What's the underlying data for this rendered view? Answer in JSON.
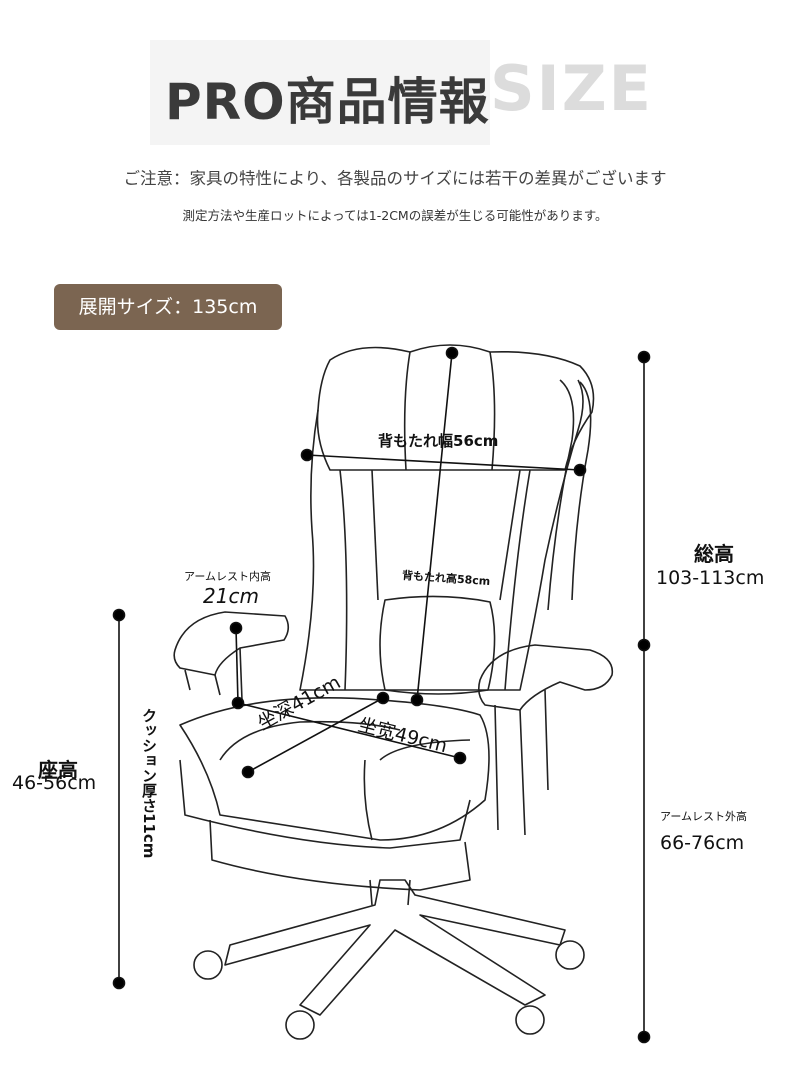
{
  "header": {
    "title": "PRO商品情報",
    "watermark": "SIZE",
    "notice_line1": "ご注意：家具の特性により、各製品のサイズには若干の差異がございます",
    "notice_line2": "測定方法や生産ロットによっては1-2CMの誤差が生じる可能性があります。"
  },
  "badge": {
    "text": "展開サイズ：135cm",
    "color": "#7b6551"
  },
  "dimensions": {
    "backrest_width": "背もたれ幅56cm",
    "backrest_height": "背もたれ高58cm",
    "armrest_inner_label": "アームレスト内高",
    "armrest_inner_value": "21cm",
    "total_height_label": "総高",
    "total_height_value": "103-113cm",
    "seat_height_label": "座高",
    "seat_height_value": "46-56cm",
    "cushion_thickness": "クッション厚さ11cm",
    "seat_depth": "坐深41cm",
    "seat_width": "坐宽49cm",
    "armrest_outer_label": "アームレスト外高",
    "armrest_outer_value": "66-76cm"
  }
}
